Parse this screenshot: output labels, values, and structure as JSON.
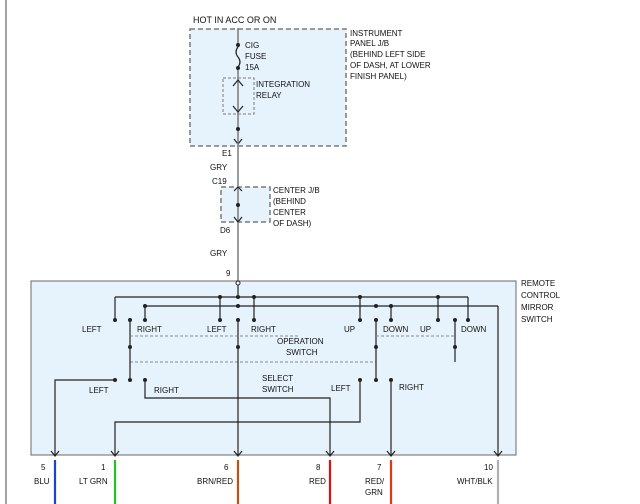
{
  "diagram": {
    "power_label": "HOT IN ACC OR ON",
    "fuse_labels": [
      "CIG",
      "FUSE",
      "15A"
    ],
    "relay_label": [
      "INTEGRATION",
      "RELAY"
    ],
    "instrument_panel_label": [
      "INSTRUMENT",
      "PANEL J/B",
      "(BEHIND LEFT SIDE",
      "OF DASH, AT LOWER",
      "FINISH PANEL)"
    ],
    "connector_e1": "E1",
    "connector_c19": "C19",
    "connector_d6": "D6",
    "wire_gry_1": "GRY",
    "wire_gry_2": "GRY",
    "center_jb_label": [
      "CENTER J/B",
      "(BEHIND",
      "CENTER",
      "OF DASH)"
    ],
    "pin_9": "9",
    "mirror_switch_label": [
      "REMOTE",
      "CONTROL",
      "MIRROR",
      "SWITCH"
    ],
    "operation_switch_label": [
      "OPERATION",
      "SWITCH"
    ],
    "select_switch_label": [
      "SELECT",
      "SWITCH"
    ],
    "switch_positions_top": [
      "LEFT",
      "RIGHT",
      "LEFT",
      "RIGHT",
      "UP",
      "DOWN",
      "UP",
      "DOWN"
    ],
    "select_positions": [
      "LEFT",
      "RIGHT",
      "LEFT",
      "RIGHT"
    ],
    "pins": [
      {
        "pin": "5",
        "color_name": "BLU",
        "wire_hex": "#1f3fd6"
      },
      {
        "pin": "1",
        "color_name": "LT GRN",
        "wire_hex": "#22c422"
      },
      {
        "pin": "6",
        "color_name": "BRN/RED",
        "wire_hex": "#c0501a"
      },
      {
        "pin": "8",
        "color_name": "RED",
        "wire_hex": "#e01010"
      },
      {
        "pin": "7",
        "color_name": "RED/ GRN",
        "wire_hex": "#e03818"
      },
      {
        "pin": "10",
        "color_name": "WHT/BLK",
        "wire_hex": "#b0b0b0"
      }
    ]
  }
}
